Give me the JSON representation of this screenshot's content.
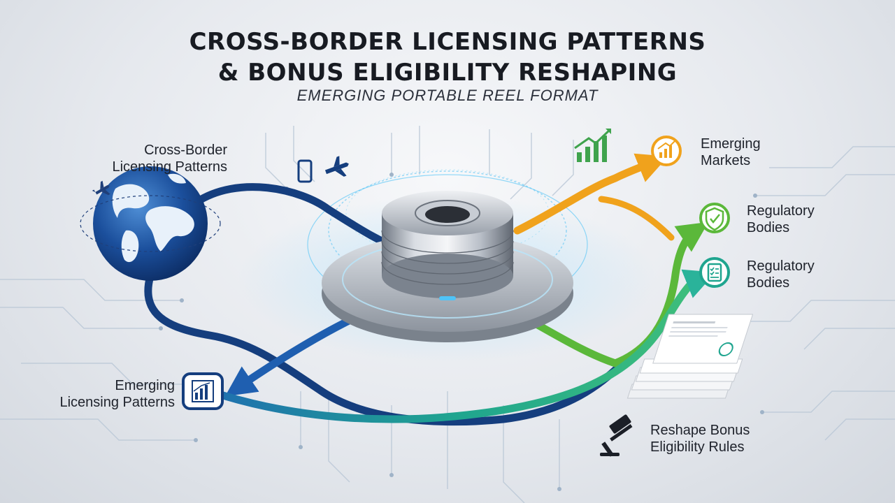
{
  "header": {
    "title_line1": "CROSS-BORDER LICENSING PATTERNS",
    "title_line2": "& BONUS ELIGIBILITY RESHAPING",
    "subtitle": "EMERGING PORTABLE REEL FORMAT"
  },
  "labels": {
    "cross_border": {
      "line1": "Cross-Border",
      "line2": "Licensing Patterns"
    },
    "emerging_markets": {
      "line1": "Emerging",
      "line2": "Markets"
    },
    "regulatory_1": {
      "line1": "Regulatory",
      "line2": "Bodies"
    },
    "regulatory_2": {
      "line1": "Regulatory",
      "line2": "Bodies"
    },
    "emerging_licensing": {
      "line1": "Emerging",
      "line2": "Licensing Patterns"
    },
    "reshape_bonus": {
      "line1": "Reshape Bonus",
      "line2": "Eligibility Rules"
    }
  },
  "colors": {
    "navy": "#153e7e",
    "blue": "#1f5fb0",
    "orange": "#f0a21c",
    "green": "#5bb83a",
    "teal": "#1fa58f",
    "cyan": "#4fc3f7"
  },
  "icons": [
    "globe-icon",
    "airplane-icon",
    "phone-airplane-icon",
    "growth-chart-icon",
    "shield-check-icon",
    "checklist-icon",
    "bar-chart-icon",
    "documents-icon",
    "gavel-icon"
  ]
}
